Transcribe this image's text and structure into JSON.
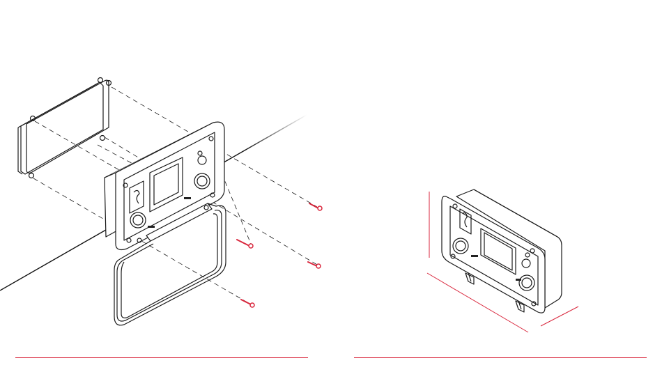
{
  "colors": {
    "line": "#1a1a1a",
    "accent": "#d9263c",
    "background": "#ffffff"
  },
  "left_panel": {
    "view": "exploded-assembly",
    "parts": [
      "back-plate",
      "device-housing",
      "hinged-lid",
      "mounting-screw",
      "mounting-screw",
      "mounting-screw",
      "mounting-screw"
    ]
  },
  "right_panel": {
    "view": "assembled-isometric",
    "parts": [
      "device-housing",
      "dimension-height-line",
      "dimension-width-line",
      "dimension-depth-line"
    ]
  }
}
